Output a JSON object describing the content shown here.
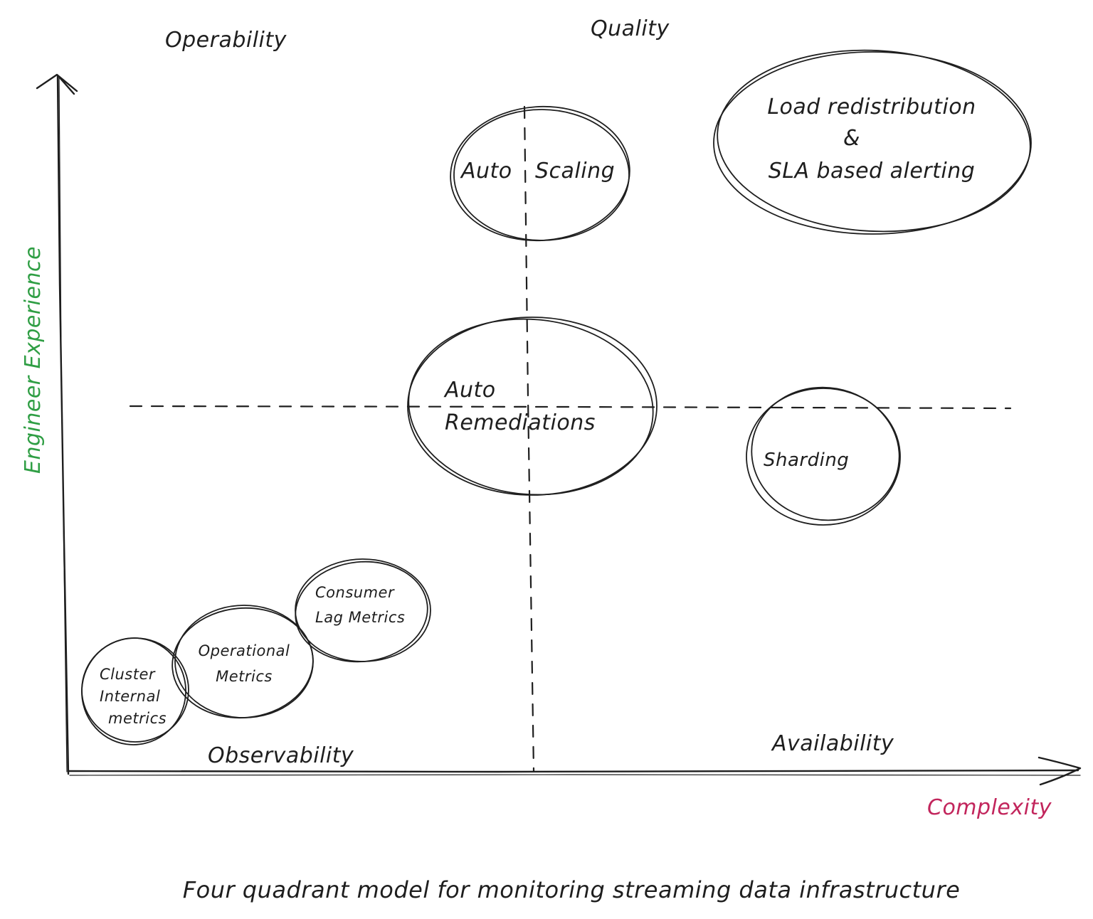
{
  "diagram": {
    "caption": "Four quadrant model for monitoring streaming data infrastructure",
    "axes": {
      "y_label": "Engineer Experience",
      "x_label": "Complexity",
      "y_color": "#2f9e44",
      "x_color": "#c2255c"
    },
    "quadrants": {
      "top_left": "Operability",
      "top_right": "Quality",
      "bottom_left": "Observability",
      "bottom_right": "Availability"
    },
    "nodes": {
      "auto_scaling": {
        "line1": "Auto",
        "line2": "Scaling"
      },
      "load_redistribution": {
        "line1": "Load redistribution",
        "line2": "&",
        "line3": "SLA based alerting"
      },
      "auto_remediations": {
        "line1": "Auto",
        "line2": "Remediations"
      },
      "sharding": {
        "line1": "Sharding"
      },
      "consumer_lag": {
        "line1": "Consumer",
        "line2": "Lag Metrics"
      },
      "operational_metrics": {
        "line1": "Operational",
        "line2": "Metrics"
      },
      "cluster_internal": {
        "line1": "Cluster",
        "line2": "Internal",
        "line3": "metrics"
      }
    },
    "stroke_color": "#1e1e1e"
  }
}
